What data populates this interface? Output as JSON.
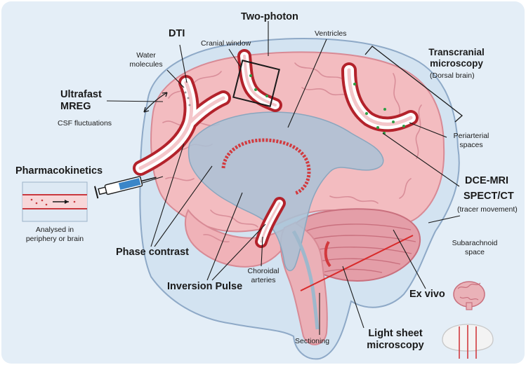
{
  "labels": {
    "two_photon": "Two-photon",
    "dti": "DTI",
    "cranial_window": "Cranial window",
    "ventricles": "Ventricles",
    "water_molecules_1": "Water",
    "water_molecules_2": "molecules",
    "ultrafast_mreg_1": "Ultrafast",
    "ultrafast_mreg_2": "MREG",
    "csf_fluctuations": "CSF fluctuations",
    "transcranial_1": "Transcranial",
    "transcranial_2": "microscopy",
    "dorsal_brain": "(Dorsal brain)",
    "periarterial_1": "Periarterial",
    "periarterial_2": "spaces",
    "pharmacokinetics": "Pharmacokinetics",
    "analysed_1": "Analysed in",
    "analysed_2": "periphery or brain",
    "dce_mri": "DCE-MRI",
    "spect_ct": "SPECT/CT",
    "tracer_movement": "(tracer movement)",
    "phase_contrast": "Phase contrast",
    "subarachnoid_1": "Subarachnoid",
    "subarachnoid_2": "space",
    "choroidal_1": "Choroidal",
    "choroidal_2": "arteries",
    "inversion_pulse": "Inversion Pulse",
    "ex_vivo": "Ex vivo",
    "light_sheet_1": "Light sheet",
    "light_sheet_2": "microscopy",
    "sectioning": "Sectioning"
  },
  "colors": {
    "background_panel": "#e4eef7",
    "csf_space": "#d3e3f1",
    "csf_outline": "#8ea9c7",
    "brain": "#f3bcc0",
    "brain_outline": "#d88a95",
    "gyri_lines": "#d98e99",
    "ventricles": "#9eb8cc",
    "artery": "#b3222b",
    "perivascular": "#ffffff",
    "tracer_dots": "#2e9e45",
    "cerebellum": "#e49ea8",
    "section_line": "#d82a2a",
    "syringe_blue": "#3a86c8"
  },
  "icons": [
    "syringe-icon",
    "blood-vessel-icon",
    "coronal-slice-icon",
    "cleared-brain-icon",
    "cranial-window-box"
  ]
}
